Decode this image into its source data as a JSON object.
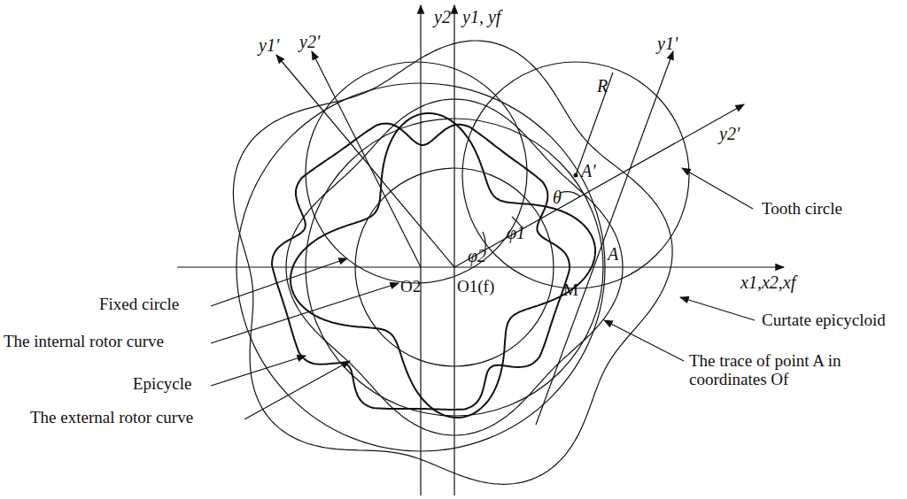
{
  "diagram": {
    "labels": [
      "y2",
      "y1, yf",
      "y1'",
      "y2'",
      "y1'",
      "R",
      "y2'",
      "A'",
      "θ",
      "φ1",
      "φ2",
      "A",
      "O2",
      "O1(f)",
      "M",
      "x1,x2,xf",
      "Tooth circle",
      "Curtate epicycloid",
      "The trace of point A in coordinates Of",
      "Fixed circle",
      "The internal rotor curve",
      "Epicycle",
      "The external rotor curve"
    ]
  }
}
